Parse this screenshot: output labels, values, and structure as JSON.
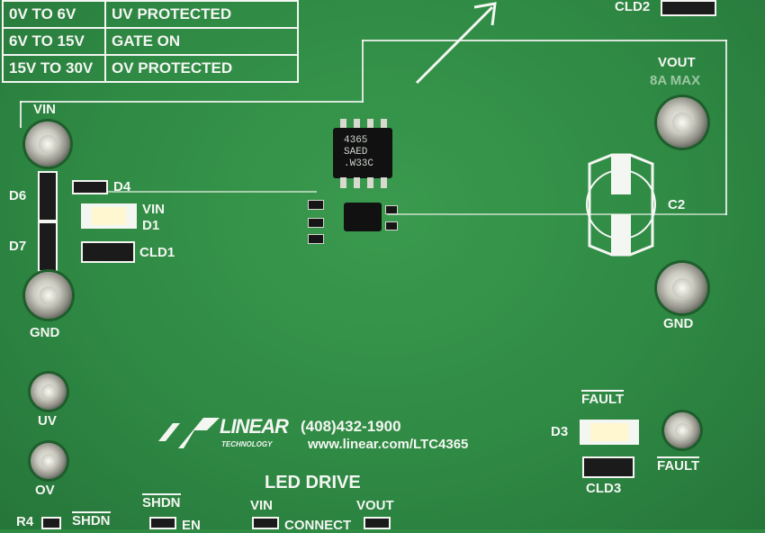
{
  "table": {
    "rows": [
      {
        "range": "0V TO 6V",
        "status": "UV PROTECTED"
      },
      {
        "range": "6V TO 15V",
        "status": "GATE ON"
      },
      {
        "range": "15V TO 30V",
        "status": "OV PROTECTED"
      }
    ]
  },
  "labels": {
    "cld2": "CLD2",
    "vin": "VIN",
    "vout": "VOUT",
    "vout_rating": "8A MAX",
    "d6": "D6",
    "d4": "D4",
    "vin_led": "VIN",
    "d1": "D1",
    "d7": "D7",
    "cld1": "CLD1",
    "c2": "C2",
    "gnd_left": "GND",
    "gnd_right": "GND",
    "uv": "UV",
    "ov": "OV",
    "fault_top": "FAULT",
    "d3": "D3",
    "fault_right": "FAULT",
    "cld3": "CLD3",
    "led_drive": "LED DRIVE",
    "shdn_1": "SHDN",
    "r4": "R4",
    "shdn_2": "SHDN",
    "en": "EN",
    "vin_bottom": "VIN",
    "connect": "CONNECT",
    "vout_bottom": "VOUT"
  },
  "chip": {
    "line1": "4365",
    "line2": "SAED",
    "line3": ".W33C"
  },
  "logo": {
    "name": "LINEAR",
    "sub": "TECHNOLOGY",
    "phone": "(408)432-1900",
    "url": "www.linear.com/LTC4365"
  },
  "colors": {
    "board": "#2f8a44",
    "silkscreen": "#f4f6f2",
    "trace": "#1f6a31"
  }
}
